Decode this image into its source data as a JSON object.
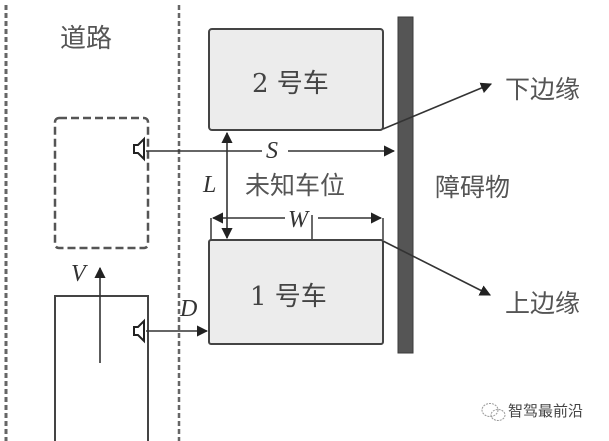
{
  "diagram": {
    "title": "",
    "labels": {
      "road": "道路",
      "car2": "2 号车",
      "car1": "1 号车",
      "unknown_slot": "未知车位",
      "obstacle": "障碍物",
      "lower_edge": "下边缘",
      "upper_edge": "上边缘"
    },
    "variables": {
      "S": "S",
      "L": "L",
      "W": "W",
      "D": "D",
      "V": "V"
    },
    "watermark": {
      "text": "智驾最前沿",
      "icon": "wechat-icon"
    },
    "colors": {
      "line": "#3a3a3a",
      "car_fill": "#ececec",
      "obstacle_fill": "#555555",
      "dashed": "#555555"
    }
  }
}
